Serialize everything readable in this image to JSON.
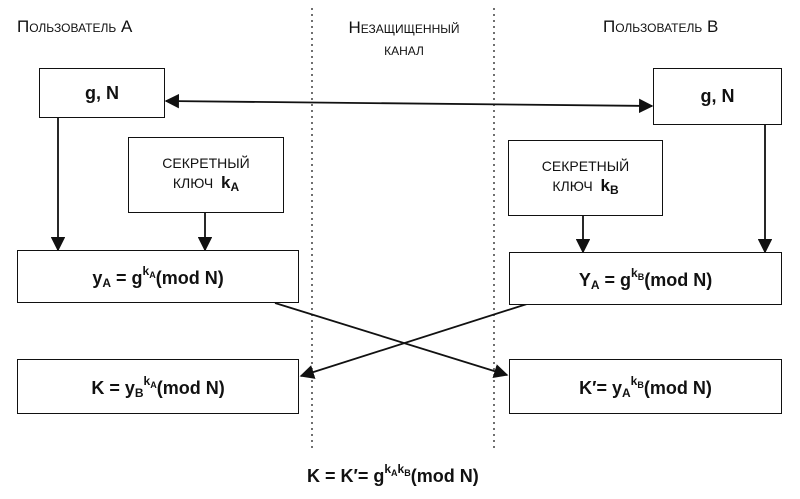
{
  "labels": {
    "user_a": "Пользователь A",
    "user_b": "Пользователь B",
    "channel_line1": "Незащищенный",
    "channel_line2": "канал"
  },
  "boxes": {
    "params_a": "g, N",
    "params_b": "g, N",
    "secret_a_line1": "СЕКРЕТНЫЙ",
    "secret_a_line2": "КЛЮЧ",
    "secret_a_key": "k",
    "secret_a_key_sub": "A",
    "secret_b_line1": "СЕКРЕТНЫЙ",
    "secret_b_line2": "КЛЮЧ",
    "secret_b_key": "k",
    "secret_b_key_sub": "B",
    "public_a": {
      "lhs": "y",
      "lhs_sub": "A",
      "eq": " = g",
      "exp": "k",
      "exp_sub": "A",
      "mod": "(mod N)"
    },
    "public_b": {
      "lhs": "Y",
      "lhs_sub": "A",
      "eq": " = g",
      "exp": "k",
      "exp_sub": "B",
      "mod": "(mod N)"
    },
    "key_a": {
      "lhs": "K = y",
      "lhs_sub": "B",
      "exp": "k",
      "exp_sub": "A",
      "mod": "(mod N)"
    },
    "key_b": {
      "lhs": "K′= y",
      "lhs_sub": "A",
      "exp": "k",
      "exp_sub": "B",
      "mod": "(mod N)"
    }
  },
  "bottom": {
    "lhs": "K = K′= g",
    "exp1": "k",
    "exp1_sub": "A",
    "exp2": "k",
    "exp2_sub": "B",
    "mod": "(mod N)"
  }
}
